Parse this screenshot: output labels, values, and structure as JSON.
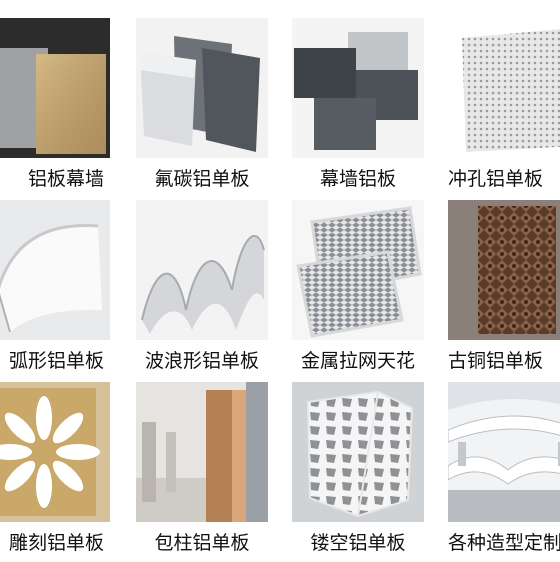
{
  "products": [
    {
      "id": "aluminum-curtain-wall",
      "label": "铝板幕墙",
      "icon": "aluminum-panel-image"
    },
    {
      "id": "fluorocarbon-panel",
      "label": "氟碳铝单板",
      "icon": "fluorocarbon-panel-image"
    },
    {
      "id": "curtain-wall-panel",
      "label": "幕墙铝板",
      "icon": "curtain-wall-panel-image"
    },
    {
      "id": "perforated-panel",
      "label": "冲孔铝单板",
      "icon": "perforated-panel-image"
    },
    {
      "id": "curved-panel",
      "label": "弧形铝单板",
      "icon": "curved-panel-image"
    },
    {
      "id": "wave-panel",
      "label": "波浪形铝单板",
      "icon": "wave-panel-image"
    },
    {
      "id": "expanded-mesh-ceiling",
      "label": "金属拉网天花",
      "icon": "mesh-ceiling-image"
    },
    {
      "id": "bronze-panel",
      "label": "古铜铝单板",
      "icon": "bronze-panel-image"
    },
    {
      "id": "carved-panel",
      "label": "雕刻铝单板",
      "icon": "carved-panel-image"
    },
    {
      "id": "column-cladding",
      "label": "包柱铝单板",
      "icon": "column-cladding-image"
    },
    {
      "id": "hollow-panel",
      "label": "镂空铝单板",
      "icon": "hollow-panel-image"
    },
    {
      "id": "custom-shape",
      "label": "各种造型定制",
      "icon": "custom-shape-image"
    }
  ],
  "colors": {
    "background": "#ffffff",
    "caption": "#111111",
    "gold": "#c9a86a",
    "silver": "#b8bcc0",
    "charcoal": "#4a4f55",
    "bronze": "#6a4a36"
  }
}
